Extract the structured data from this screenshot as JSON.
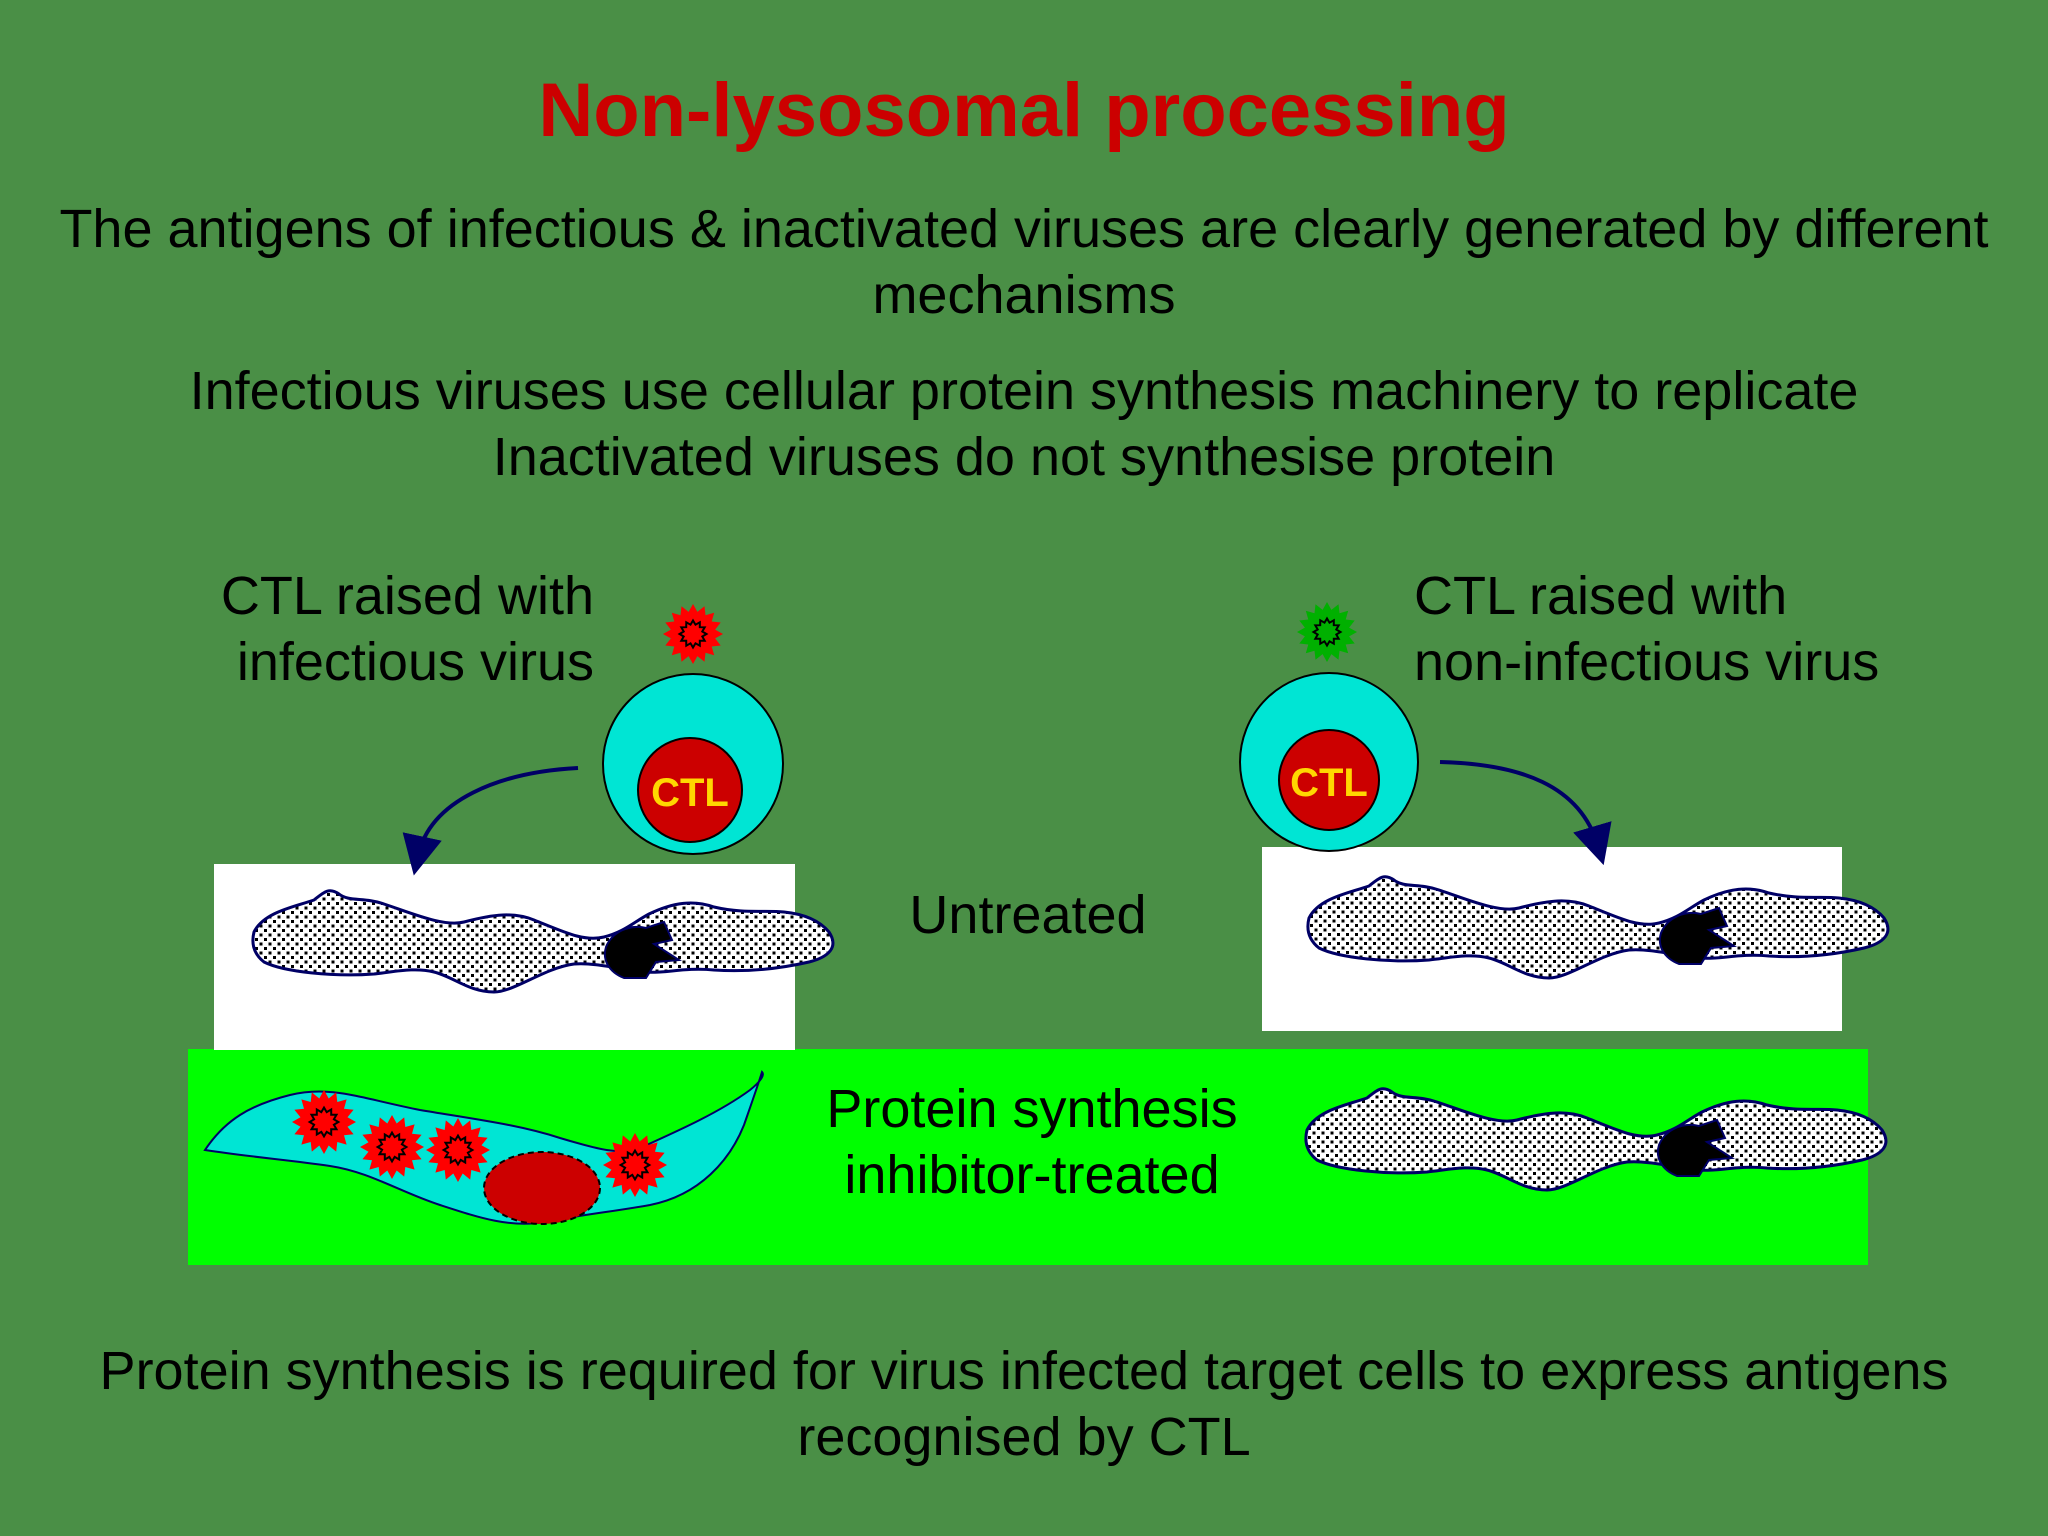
{
  "slide": {
    "title": "Non-lysosomal processing",
    "intro_line_1": "The antigens of infectious & inactivated viruses are clearly generated by different mechanisms",
    "intro_line_2": "Infectious viruses use cellular protein synthesis machinery to replicate\nInactivated viruses do not synthesise protein",
    "conclusion": "Protein synthesis is required for virus infected target cells to express antigens recognised by CTL"
  },
  "diagram": {
    "left_ctl_label": "CTL raised with\ninfectious virus",
    "right_ctl_label": "CTL raised with\nnon-infectious virus",
    "ctl_cell_text": "CTL",
    "untreated_label": "Untreated",
    "inhibitor_label": "Protein synthesis\ninhibitor-treated"
  },
  "colors": {
    "background": "#4a8f46",
    "title": "#cc0000",
    "ctl_outer": "#00e5d4",
    "ctl_inner": "#cc0000",
    "ctl_text": "#ffd700",
    "inhibitor_band": "#00ff00",
    "infectious_virus": "#ff0000",
    "non_infectious_virus": "#00b000",
    "arrow": "#000066",
    "untreated_panel": "#ffffff"
  }
}
